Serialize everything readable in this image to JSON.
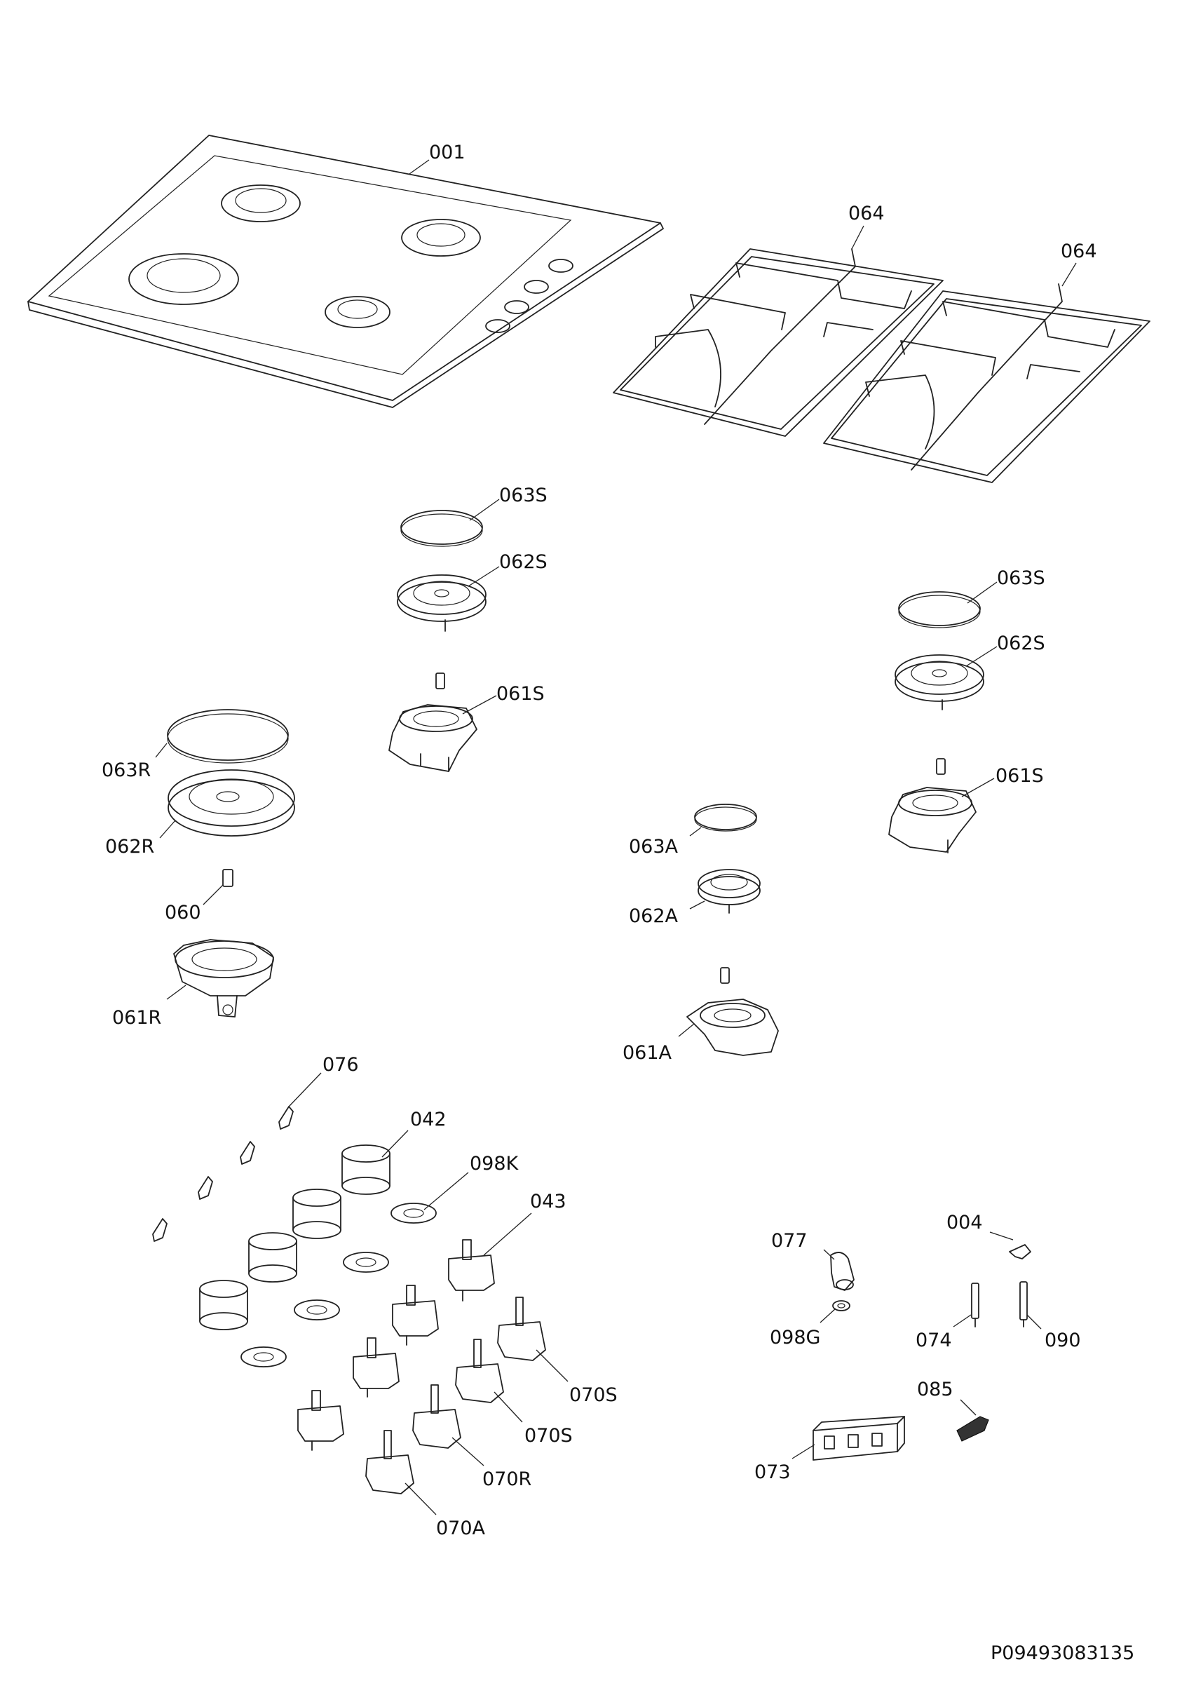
{
  "labels": {
    "l001": "001",
    "l064a": "064",
    "l064b": "064",
    "l063s_1": "063S",
    "l062s_1": "062S",
    "l061s_1": "061S",
    "l063s_2": "063S",
    "l062s_2": "062S",
    "l061s_2": "061S",
    "l063r": "063R",
    "l062r": "062R",
    "l060": "060",
    "l061r": "061R",
    "l063a": "063A",
    "l062a": "062A",
    "l061a": "061A",
    "l076": "076",
    "l042": "042",
    "l098k": "098K",
    "l043": "043",
    "l070s_1": "070S",
    "l070s_2": "070S",
    "l070r": "070R",
    "l070a": "070A",
    "l077": "077",
    "l098g": "098G",
    "l004": "004",
    "l074": "074",
    "l090": "090",
    "l085": "085",
    "l073": "073"
  },
  "footer": {
    "drawing_code": "P09493083135"
  }
}
